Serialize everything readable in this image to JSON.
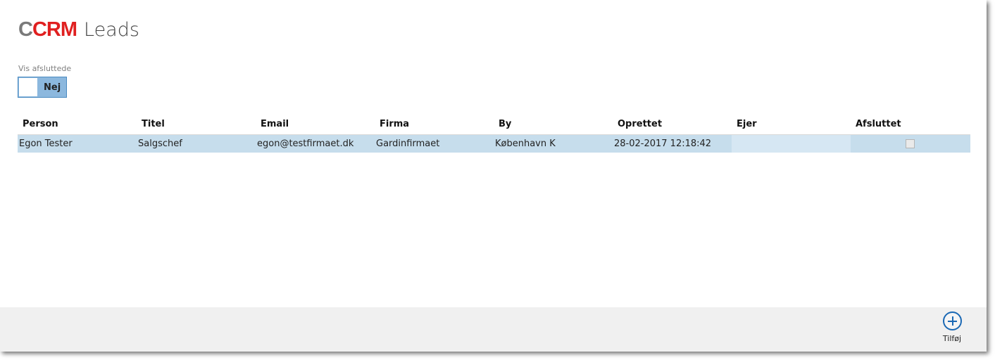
{
  "header": {
    "logo_c": "C",
    "logo_crm": "CRM",
    "title": "Leads"
  },
  "filter": {
    "label": "Vis afsluttede",
    "value": "Nej"
  },
  "table": {
    "columns": [
      "Person",
      "Titel",
      "Email",
      "Firma",
      "By",
      "Oprettet",
      "Ejer",
      "Afsluttet"
    ],
    "rows": [
      {
        "person": "Egon Tester",
        "titel": "Salgschef",
        "email": "egon@testfirmaet.dk",
        "firma": "Gardinfirmaet",
        "by": "København K",
        "oprettet": "28-02-2017 12:18:42",
        "ejer": "",
        "afsluttet": false
      }
    ]
  },
  "footer": {
    "add_label": "Tilføj"
  },
  "colors": {
    "accent": "#1a68b4",
    "logo_red": "#e02020",
    "row_selected": "#c6ddec",
    "toggle_bg": "#8cb8de"
  },
  "icons": {
    "add": "plus-circle-icon",
    "checkbox": "checkbox-icon"
  }
}
